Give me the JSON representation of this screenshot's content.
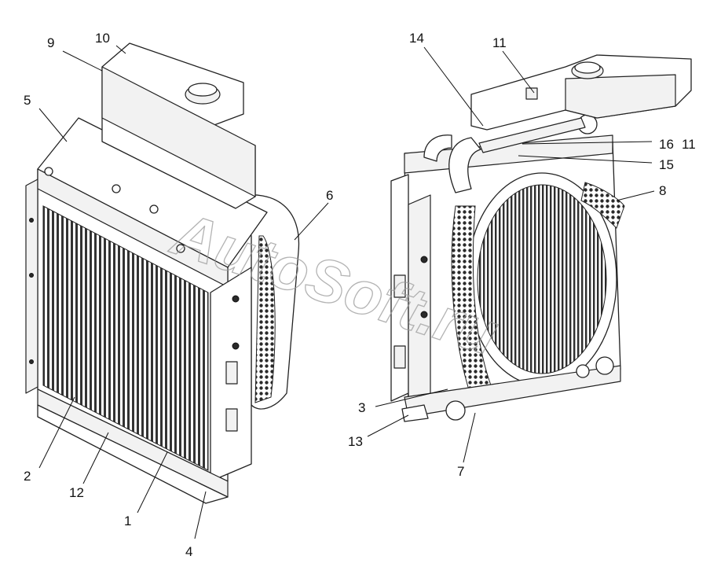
{
  "labels": {
    "l1": "1",
    "l2": "2",
    "l3": "3",
    "l4": "4",
    "l5": "5",
    "l6": "6",
    "l7": "7",
    "l8": "8",
    "l9": "9",
    "l10": "10",
    "l11a": "11",
    "l11b": "11",
    "l12": "12",
    "l13": "13",
    "l14": "14",
    "l15": "15",
    "l16": "16"
  },
  "watermark": "AutoSoft.ru"
}
